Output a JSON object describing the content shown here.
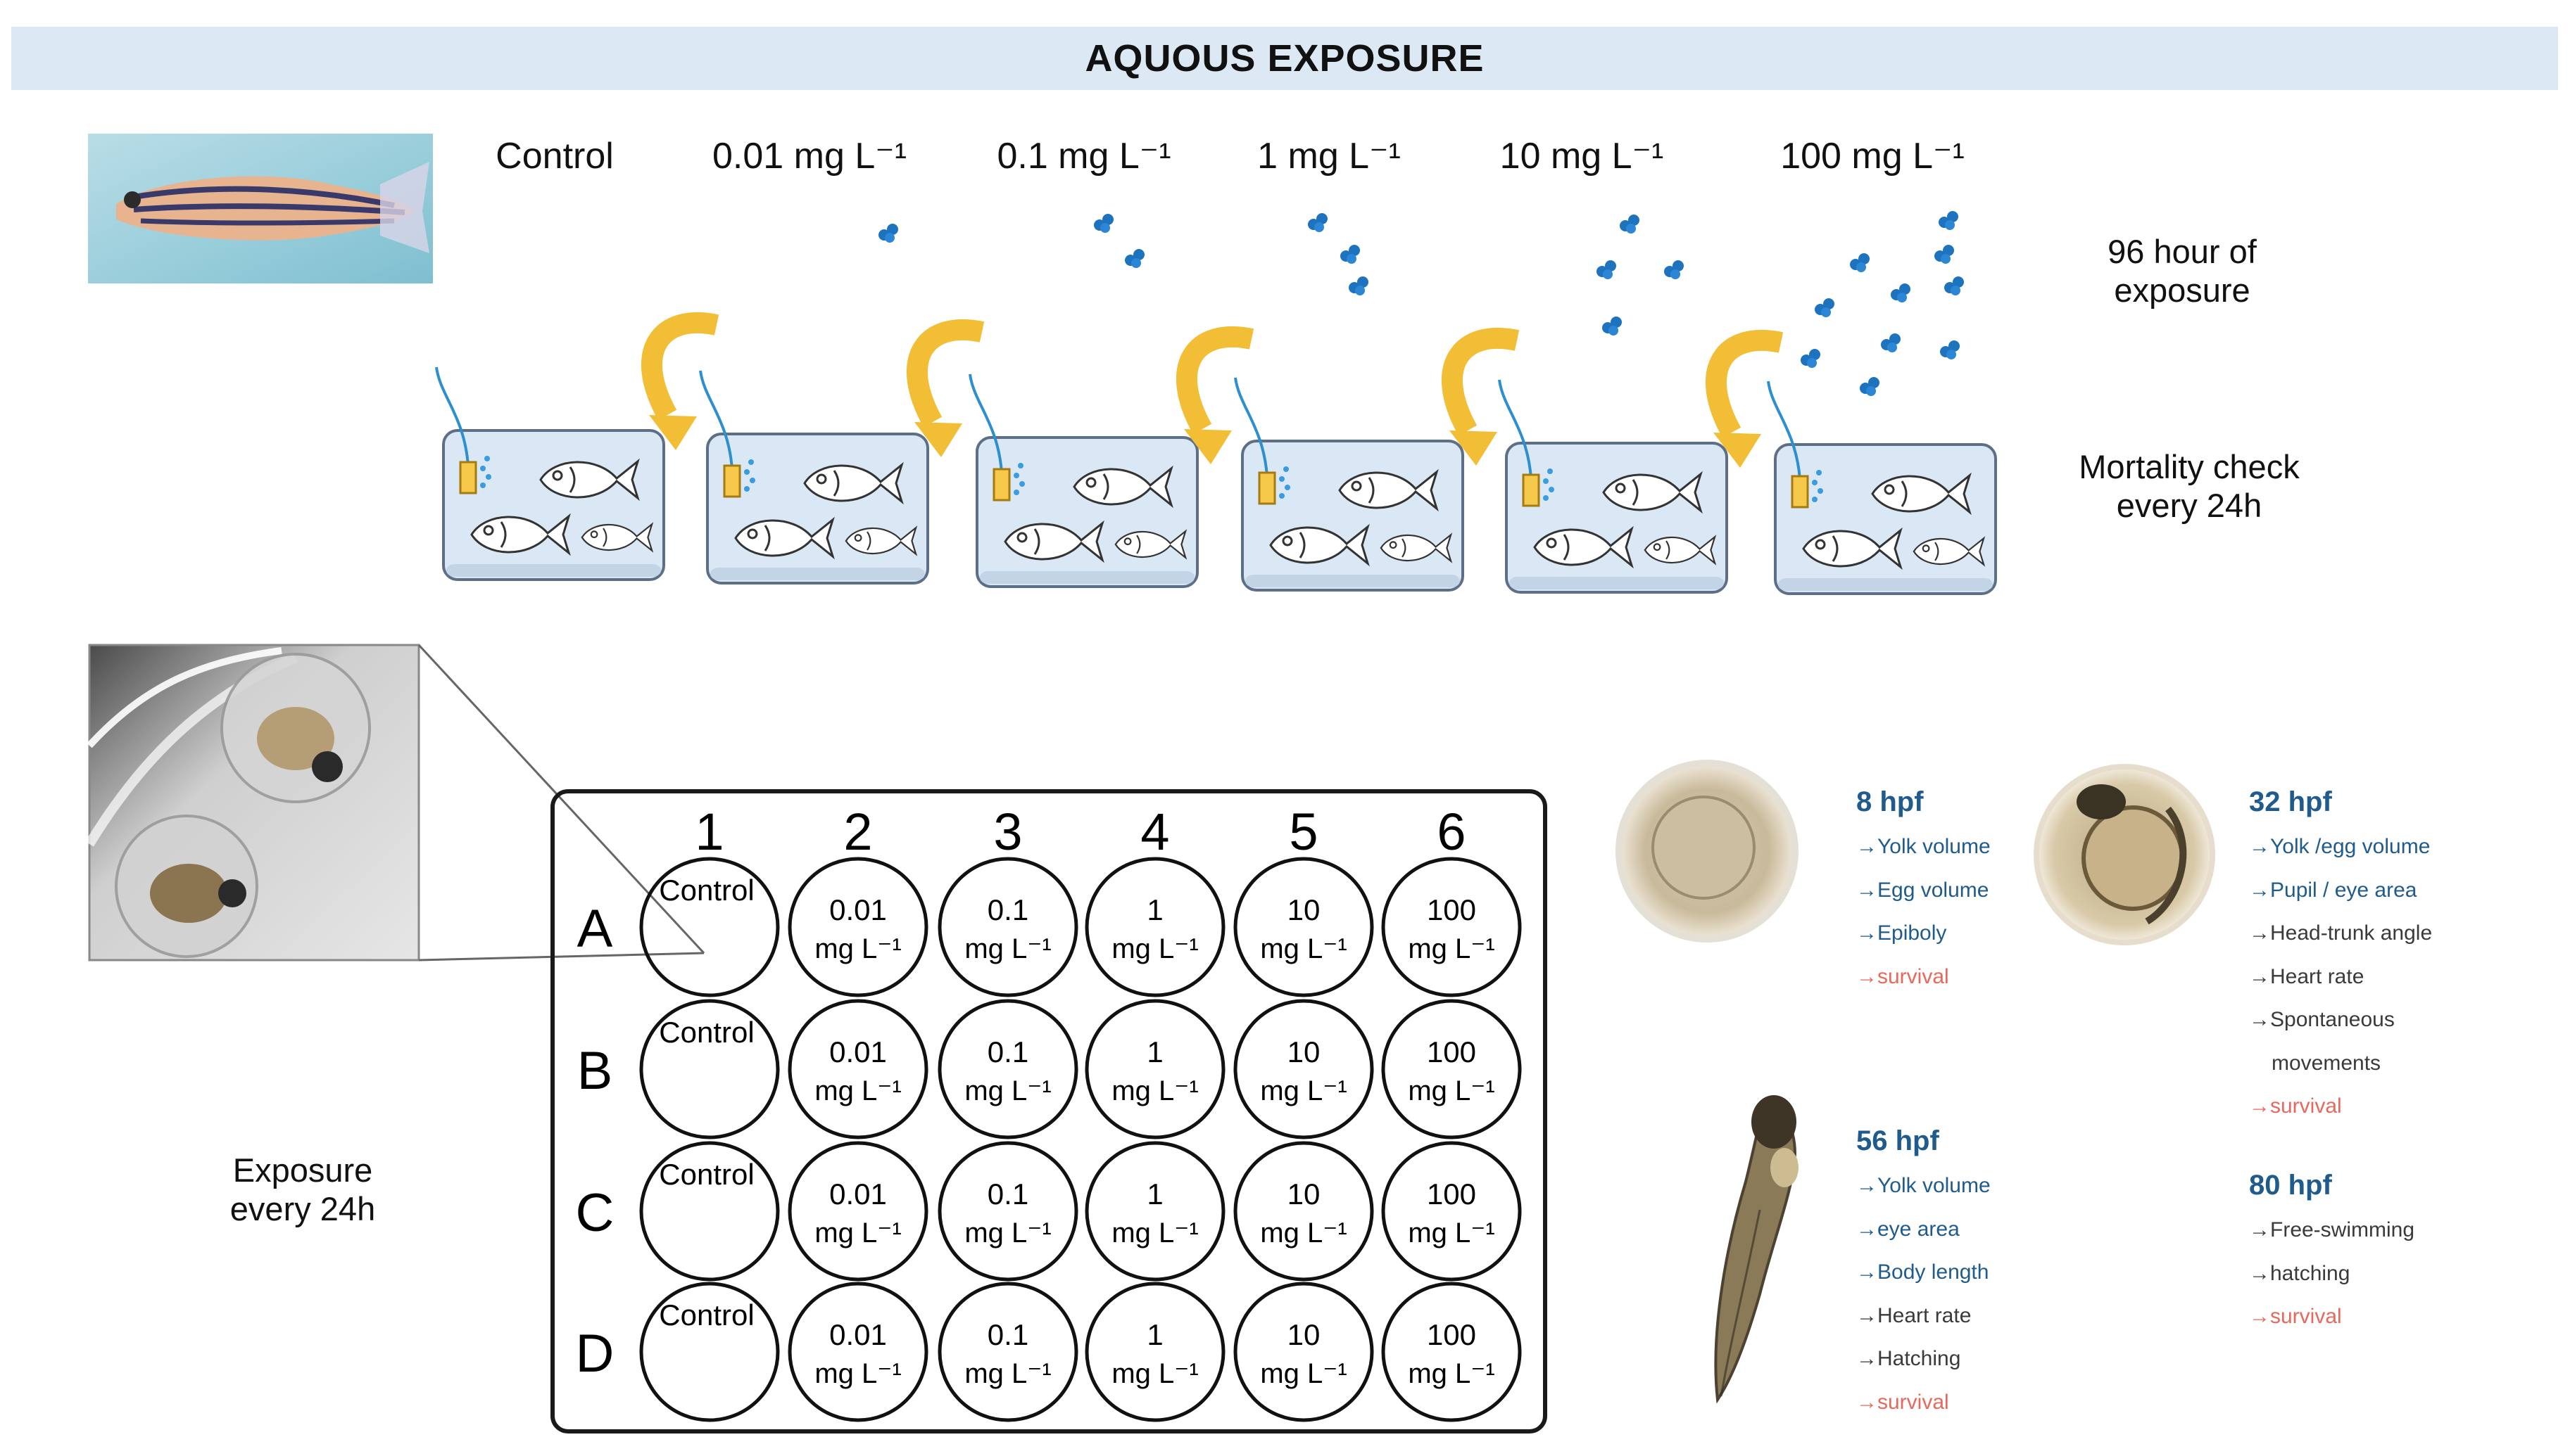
{
  "title": "AQUOUS EXPOSURE",
  "concentrations": [
    "Control",
    "0.01 mg L⁻¹",
    "0.1 mg L⁻¹",
    "1 mg L⁻¹",
    "10 mg L⁻¹",
    "100 mg L⁻¹"
  ],
  "exposure_duration": [
    "96 hour  of",
    "exposure"
  ],
  "mortality_check": [
    "Mortality  check",
    "every 24h"
  ],
  "exposure_every": [
    "Exposure",
    "every 24h"
  ],
  "plate": {
    "columns": [
      "1",
      "2",
      "3",
      "4",
      "5",
      "6"
    ],
    "rows": [
      "A",
      "B",
      "C",
      "D"
    ],
    "well_line1": [
      "Control",
      "0.01",
      "0.1",
      "1",
      "10",
      "100"
    ],
    "well_line2": [
      "",
      "mg L⁻¹",
      "mg L⁻¹",
      "mg L⁻¹",
      "mg L⁻¹",
      "mg L⁻¹"
    ]
  },
  "stages": [
    {
      "title": "8 hpf",
      "items": [
        {
          "text": "→Yolk volume",
          "tone": "blue"
        },
        {
          "text": "→Egg volume",
          "tone": "blue"
        },
        {
          "text": "→Epiboly",
          "tone": "blue"
        },
        {
          "text": "→survival",
          "tone": "red"
        }
      ]
    },
    {
      "title": "32 hpf",
      "items": [
        {
          "text": "→Yolk /egg volume",
          "tone": "blue"
        },
        {
          "text": "→Pupil / eye area",
          "tone": "blue"
        },
        {
          "text": "→Head-trunk angle",
          "tone": "dark"
        },
        {
          "text": "→Heart rate",
          "tone": "dark"
        },
        {
          "text": "→Spontaneous",
          "tone": "dark"
        },
        {
          "text": "movements",
          "tone": "dark"
        },
        {
          "text": "→survival",
          "tone": "red"
        }
      ]
    },
    {
      "title": "56 hpf",
      "items": [
        {
          "text": "→Yolk volume",
          "tone": "blue"
        },
        {
          "text": "→eye area",
          "tone": "blue"
        },
        {
          "text": "→Body length",
          "tone": "blue"
        },
        {
          "text": "→Heart rate",
          "tone": "dark"
        },
        {
          "text": "→Hatching",
          "tone": "dark"
        },
        {
          "text": "→survival",
          "tone": "red"
        }
      ]
    },
    {
      "title": "80 hpf",
      "items": [
        {
          "text": "→Free-swimming",
          "tone": "dark"
        },
        {
          "text": "→hatching",
          "tone": "dark"
        },
        {
          "text": "→survival",
          "tone": "red"
        }
      ]
    }
  ],
  "colors": {
    "title_bar": "#dce9f5",
    "tank_fill": "#dae7f4",
    "tank_stroke": "#5d6f86",
    "arrow": "#f2be35",
    "particle": "#1e73bf",
    "stage_blue": "#1f5b8c",
    "stage_red": "#e8685c"
  },
  "icons": [
    "zebrafish-photo",
    "tank-icon",
    "fish-icon",
    "aerator-icon",
    "transfer-arrow-icon",
    "particle-icon",
    "embryo-photo",
    "larva-photo"
  ]
}
